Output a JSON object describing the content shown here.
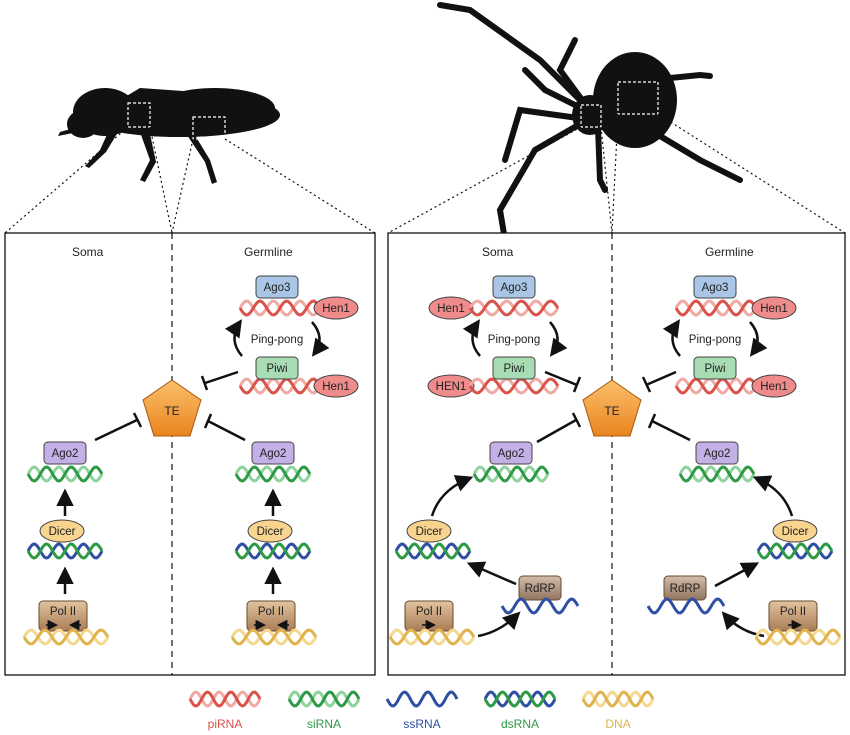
{
  "left_panel": {
    "soma_label": "Soma",
    "germline_label": "Germline",
    "te_label": "TE",
    "soma": {
      "ago2": "Ago2",
      "dicer": "Dicer",
      "pol2": "Pol II"
    },
    "germline": {
      "ago3": "Ago3",
      "hen1_top": "Hen1",
      "pingpong": "Ping-pong",
      "piwi": "Piwi",
      "hen1_bottom": "Hen1",
      "ago2": "Ago2",
      "dicer": "Dicer",
      "pol2": "Pol II"
    }
  },
  "right_panel": {
    "soma_label": "Soma",
    "germline_label": "Germline",
    "te_label": "TE",
    "soma": {
      "hen1_top": "Hen1",
      "ago3": "Ago3",
      "pingpong": "Ping-pong",
      "hen1_bottom": "HEN1",
      "piwi": "Piwi",
      "ago2": "Ago2",
      "dicer": "Dicer",
      "rdrp": "RdRP",
      "pol2": "Pol II"
    },
    "germline": {
      "ago3": "Ago3",
      "hen1_top": "Hen1",
      "pingpong": "Ping-pong",
      "piwi": "Piwi",
      "hen1_bottom": "Hen1",
      "ago2": "Ago2",
      "dicer": "Dicer",
      "rdrp": "RdRP",
      "pol2": "Pol II"
    }
  },
  "legend": [
    {
      "label": "piRNA",
      "color": "#d9534a"
    },
    {
      "label": "siRNA",
      "color": "#2e9a46"
    },
    {
      "label": "ssRNA",
      "color": "#2f4fa3"
    },
    {
      "label": "dsRNA",
      "color": "#2e9a46"
    },
    {
      "label": "DNA",
      "color": "#e0b34e"
    }
  ],
  "colors": {
    "ago3_fill": "#a9c6e6",
    "hen1_fill": "#ef8b8b",
    "piwi_fill": "#a8dcb4",
    "ago2_fill": "#c4b0e6",
    "dicer_fill": "#f8d48e",
    "pol2_fill": "#c9a27c",
    "rdrp_fill": "#b59a86",
    "te_fill": "#f39a36",
    "pirna": "#d9534a",
    "sirna": "#2e9a46",
    "ssrna": "#2f4fa3",
    "dna": "#e0b34e"
  },
  "icons": [
    "fly-silhouette",
    "spider-silhouette"
  ]
}
